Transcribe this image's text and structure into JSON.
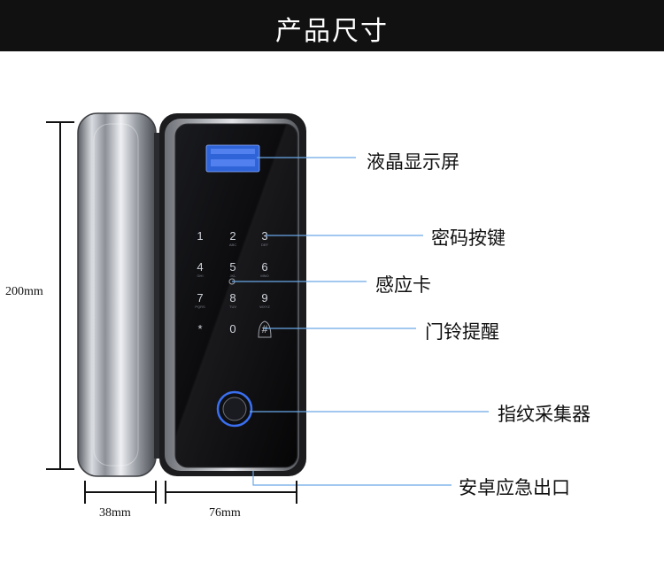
{
  "banner": {
    "title": "产品尺寸"
  },
  "callouts": [
    {
      "label": "液晶显示屏"
    },
    {
      "label": "密码按键"
    },
    {
      "label": "感应卡"
    },
    {
      "label": "门铃提醒"
    },
    {
      "label": "指纹采集器"
    },
    {
      "label": "安卓应急出口"
    }
  ],
  "dimensions": {
    "height": "200mm",
    "handle_width": "38mm",
    "panel_width": "76mm"
  },
  "keypad": {
    "keys": [
      {
        "digit": "1",
        "sub": ""
      },
      {
        "digit": "2",
        "sub": "ABC"
      },
      {
        "digit": "3",
        "sub": "DEF"
      },
      {
        "digit": "4",
        "sub": "GHI"
      },
      {
        "digit": "5",
        "sub": "JKL"
      },
      {
        "digit": "6",
        "sub": "MNO"
      },
      {
        "digit": "7",
        "sub": "PQRS"
      },
      {
        "digit": "8",
        "sub": "TUV"
      },
      {
        "digit": "9",
        "sub": "WXYZ"
      },
      {
        "digit": "*",
        "sub": ""
      },
      {
        "digit": "0",
        "sub": ""
      },
      {
        "digit": "#",
        "sub": ""
      }
    ]
  },
  "colors": {
    "callout_line": "#6aa8e8",
    "lcd": "#2f63d8",
    "fingerprint_ring": "#3a6ff0"
  }
}
